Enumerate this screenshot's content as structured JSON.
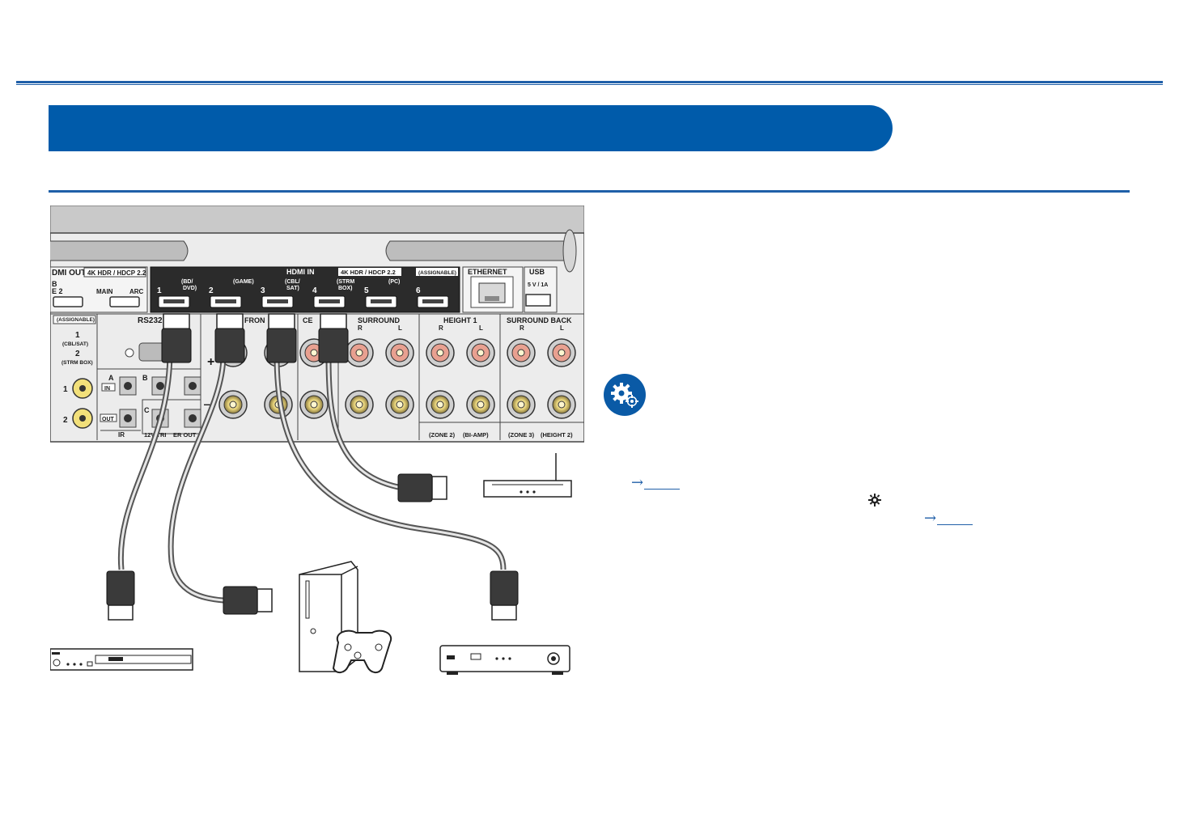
{
  "colors": {
    "brand_blue": "#005baa",
    "rule_blue": "#1f5fa8",
    "panel_gray": "#e9e9e9",
    "panel_dark": "#2b2b2b"
  },
  "panel": {
    "hdmi_out": {
      "title": "DMI OUT",
      "spec": "4K HDR / HDCP 2.2",
      "sub_left": "B",
      "sub_left2": "E 2",
      "main": "MAIN",
      "arc": "ARC"
    },
    "hdmi_in": {
      "title": "HDMI IN",
      "spec": "4K HDR / HDCP 2.2",
      "assignable": "(ASSIGNABLE)",
      "ports": [
        {
          "num": "1",
          "note1": "(BD/",
          "note2": "DVD)"
        },
        {
          "num": "2",
          "note1": "(GAME)",
          "note2": ""
        },
        {
          "num": "3",
          "note1": "(CBL/",
          "note2": "SAT)"
        },
        {
          "num": "4",
          "note1": "(STRM",
          "note2": "BOX)"
        },
        {
          "num": "5",
          "note1": "(PC)",
          "note2": ""
        },
        {
          "num": "6",
          "note1": "",
          "note2": ""
        }
      ]
    },
    "ethernet": "ETHERNET",
    "usb": {
      "title": "USB",
      "rating": "5 V / 1A"
    },
    "component": {
      "assignable": "(ASSIGNABLE)",
      "in1": "1",
      "in1_note": "(CBL/SAT)",
      "in2": "2",
      "in2_note": "(STRM BOX)",
      "composite1": "1",
      "composite2": "2"
    },
    "rs232": "RS232",
    "ir": {
      "a": "A",
      "b": "B",
      "c": "C",
      "in": "IN",
      "out": "OUT",
      "label": "IR"
    },
    "trigger": "12V TRI",
    "trigger_tail": "ER OUT",
    "speakers": {
      "front": "FRON",
      "center": "CE",
      "surround": "SURROUND",
      "height1": "HEIGHT 1",
      "surround_back": "SURROUND BACK",
      "r": "R",
      "l": "L",
      "plus": "+",
      "minus": "—",
      "zone2": "(ZONE 2)",
      "biamp": "(BI-AMP)",
      "zone3": "(ZONE 3)",
      "height2": "(HEIGHT 2)"
    }
  },
  "icons": {
    "settings": "settings-gears-icon",
    "inline_gear": "gear-icon",
    "devices": [
      "bd-dvd-player-icon",
      "game-console-icon",
      "set-top-box-icon",
      "wireless-router-icon"
    ]
  },
  "references": [
    {
      "arrow": "→"
    },
    {
      "arrow": "→"
    }
  ]
}
